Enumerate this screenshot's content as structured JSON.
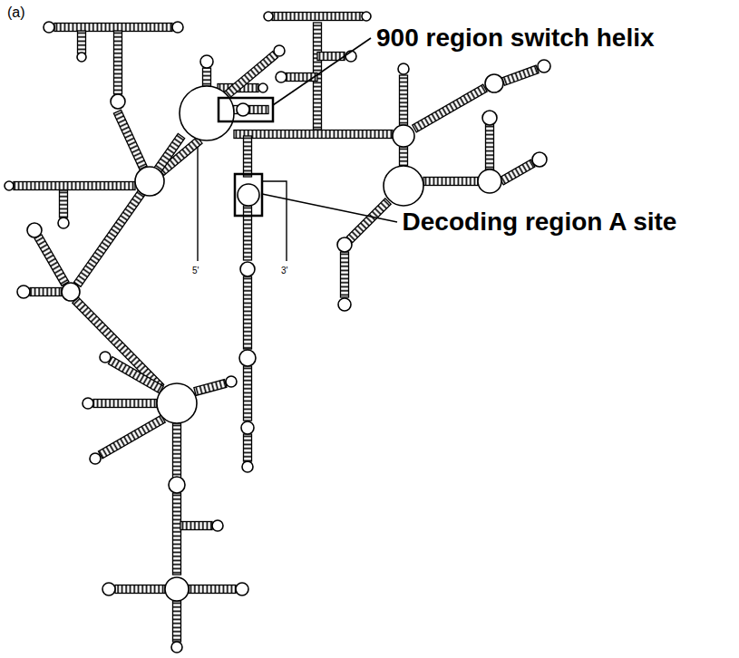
{
  "diagram": {
    "labels": [
      "(a)",
      "900 region switch helix",
      "Decoding region A site",
      "5'",
      "3'"
    ]
  }
}
